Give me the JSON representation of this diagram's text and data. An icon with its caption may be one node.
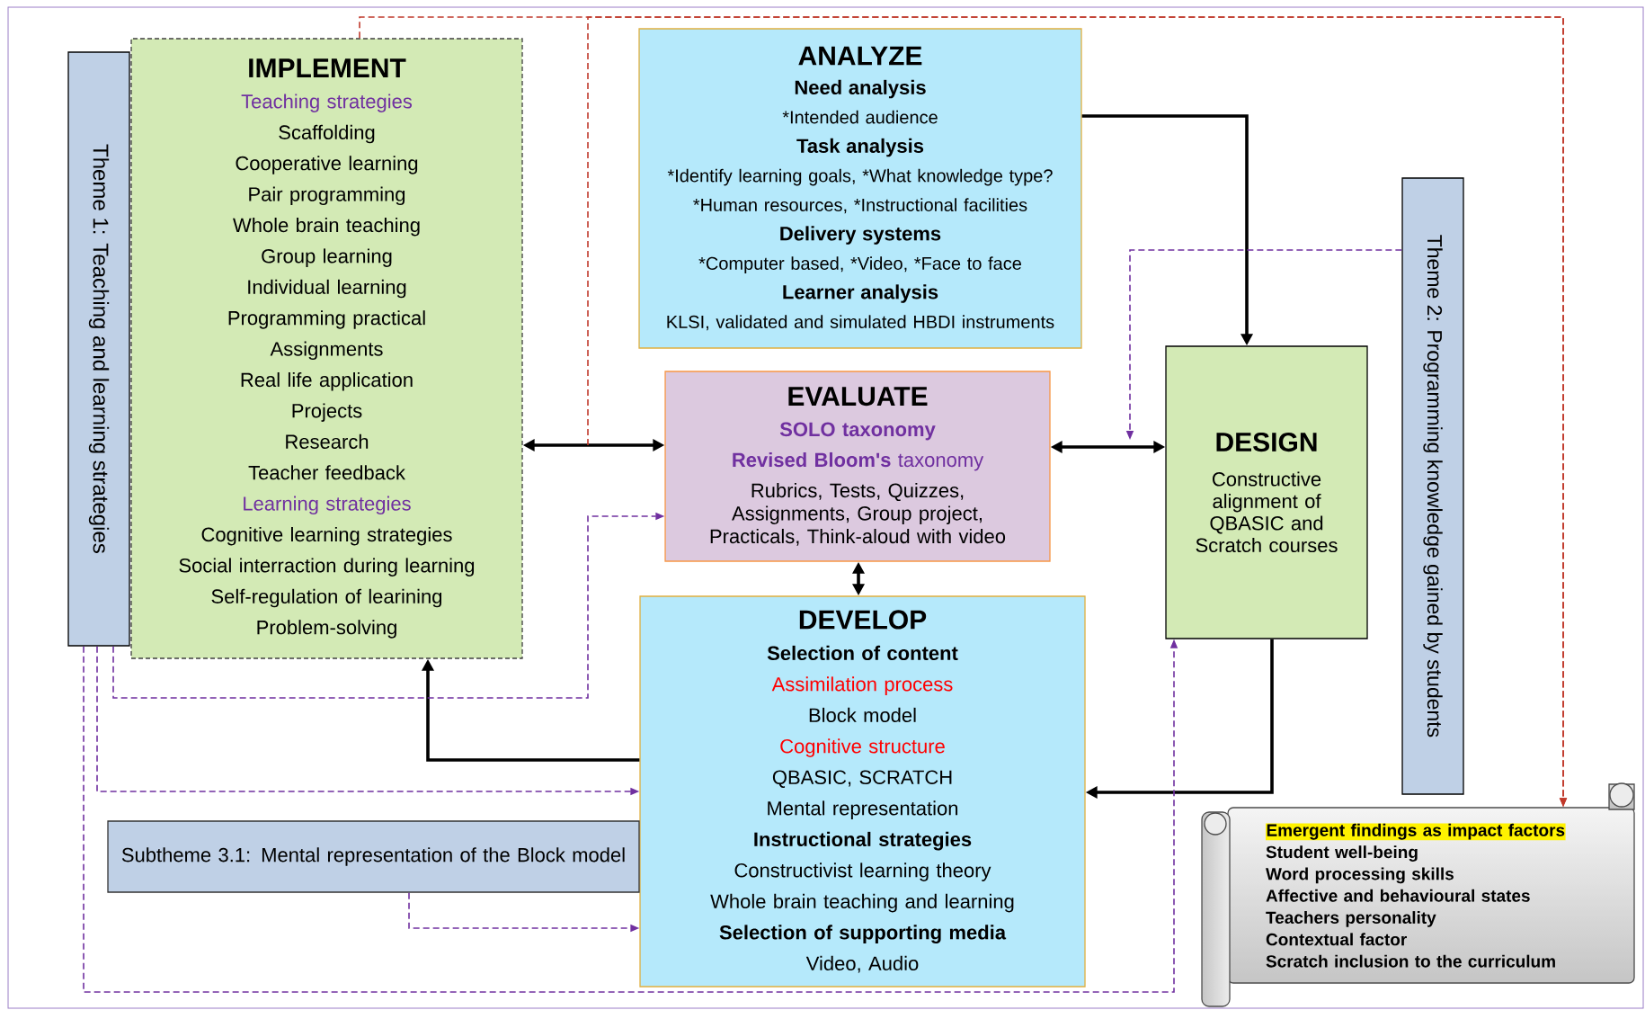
{
  "diagram": {
    "nodes": [
      {
        "text": [
          "Theme 1: Teaching and learning strategies"
        ]
      },
      {
        "text": [
          "IMPLEMENT",
          "Teaching strategies",
          "Scaffolding",
          "Cooperative learning",
          "Pair programming",
          "Whole brain teaching",
          "Group learning",
          "Individual learning",
          "Programming practical",
          "Assignments",
          "Real life application",
          "Projects",
          "Research",
          "Teacher feedback",
          "Learning strategies",
          "Cognitive learning strategies",
          "Social interraction during learning",
          "Self-regulation of learining",
          "Problem-solving"
        ]
      },
      {
        "text": [
          "ANALYZE",
          "Need analysis",
          "*Intended audience",
          "Task analysis",
          "*Identify learning goals, *What knowledge type?",
          "*Human resources, *Instructional facilities",
          "Delivery systems",
          "*Computer based, *Video, *Face to face",
          "Learner analysis",
          "KLSI, validated and simulated HBDI instruments"
        ]
      },
      {
        "text": [
          "EVALUATE",
          "SOLO taxonomy",
          "**Revised Bloom's** taxonomy",
          "Rubrics, Tests, Quizzes, Assignments, Group project, Practicals,  Think-aloud with video"
        ]
      },
      {
        "text": [
          "DESIGN",
          "Constructive alignment of QBASIC and Scratch courses"
        ]
      },
      {
        "text": [
          "Theme 2: Programming knowledge gained by students"
        ]
      },
      {
        "text": [
          "DEVELOP",
          "Selection of content",
          "Assimilation process",
          "Block model",
          "Cognitive structure",
          "QBASIC, SCRATCH",
          "Mental representation",
          "Instructional strategies",
          "Constructivist learning theory",
          "Whole brain teaching and learning",
          "Selection of supporting media",
          "Video, Audio"
        ]
      },
      {
        "text": [
          "Subtheme 3.1: Mental representation of the Block model"
        ]
      },
      {
        "text": [
          "Emergent findings as impact factors",
          "Student well-being",
          "Word processing skills",
          "Affective and behavioural states",
          "Teachers personality",
          "Contextual factor",
          "Scratch inclusion to the curriculum"
        ]
      }
    ],
    "edges": [
      {
        "from": 2,
        "to": 4,
        "arrow": "to"
      },
      {
        "from": 1,
        "to": 3,
        "arrow": "both"
      },
      {
        "from": 3,
        "to": 4,
        "arrow": "both"
      },
      {
        "from": 3,
        "to": 6,
        "arrow": "both"
      },
      {
        "from": 4,
        "to": 6,
        "arrow": "to"
      },
      {
        "from": 6,
        "to": 1,
        "arrow": "to"
      },
      {
        "from": 1,
        "to": 8,
        "arrow": "to",
        "style": "dashed",
        "color": "#c0392b"
      },
      {
        "from": null,
        "to": 8,
        "arrow": "to",
        "style": "dashed",
        "color": "#c0392b"
      },
      {
        "from": 5,
        "to": null,
        "arrow": "to",
        "style": "dashed",
        "color": "#7030a0"
      },
      {
        "from": 0,
        "to": 3,
        "arrow": "to",
        "style": "dashed",
        "color": "#7030a0"
      },
      {
        "from": 0,
        "to": 6,
        "arrow": "to",
        "style": "dashed",
        "color": "#7030a0"
      },
      {
        "from": 0,
        "to": 4,
        "arrow": "to",
        "style": "dashed",
        "color": "#7030a0"
      },
      {
        "from": 7,
        "to": 6,
        "arrow": "to",
        "style": "dashed",
        "color": "#7030a0"
      }
    ]
  }
}
